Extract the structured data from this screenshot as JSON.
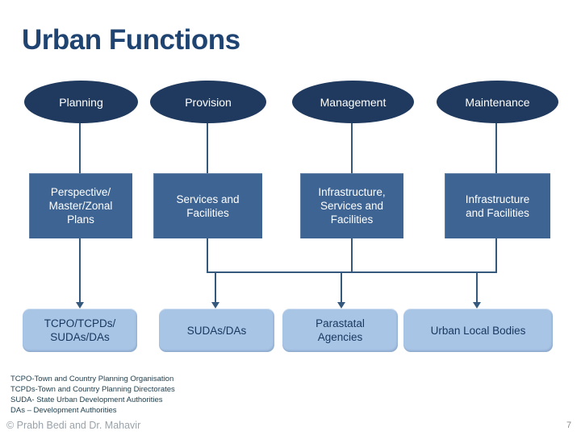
{
  "slide": {
    "title": "Urban Functions",
    "page_number": "7",
    "copyright": "© Prabh Bedi and Dr. Mahavir"
  },
  "diagram": {
    "columns": [
      {
        "header": "Planning",
        "middle": "Perspective/ Master/Zonal Plans",
        "bottom": "TCPO/TCPDs/ SUDAs/DAs"
      },
      {
        "header": "Provision",
        "middle": "Services and Facilities",
        "bottom": "SUDAs/DAs"
      },
      {
        "header": "Management",
        "middle": "Infrastructure, Services and Facilities",
        "bottom": "Parastatal Agencies"
      },
      {
        "header": "Maintenance",
        "middle": "Infrastructure and Facilities",
        "bottom": "Urban Local Bodies"
      }
    ]
  },
  "footnotes": [
    "TCPO-Town and Country Planning Organisation",
    "TCPDs-Town and Country Planning Directorates",
    "SUDA- State Urban Development Authorities",
    "DAs – Development Authorities"
  ],
  "colors": {
    "header_ellipse": "#1f3a5e",
    "middle_box": "#3e6493",
    "bottom_box": "#a9c5e6",
    "connector": "#35597d",
    "title": "#1f4472",
    "bottom_box_text": "#17375e"
  }
}
